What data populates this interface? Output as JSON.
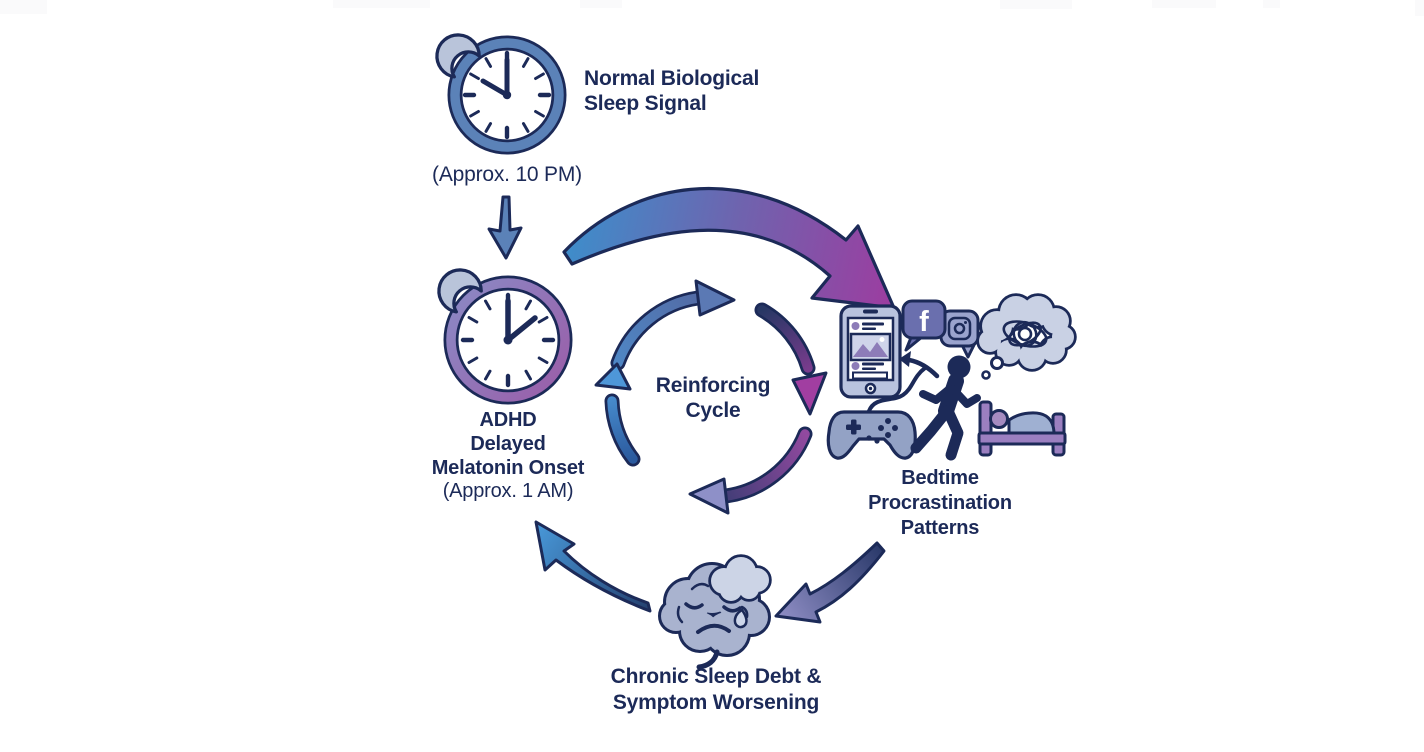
{
  "title": "ADHD Sleep Reinforcing Cycle Diagram",
  "labels": {
    "normal_signal_title": "Normal Biological\nSleep Signal",
    "normal_signal_time": "(Approx. 10 PM)",
    "delayed_onset_title": "ADHD\nDelayed\nMelatonin Onset",
    "delayed_onset_time": "(Approx. 1 AM)",
    "cycle_label": "Reinforcing\nCycle",
    "bedtime_label": "Bedtime\nProcrastination\nPatterns",
    "sleep_debt_label": "Chronic Sleep Debt &\nSymptom Worsening"
  },
  "icons": {
    "facebook_glyph": "f",
    "names": [
      "moon-clock-blue",
      "down-arrow",
      "moon-clock-purple",
      "curved-arrow-clock-to-bedtime",
      "reinforcing-cycle-arrows",
      "smartphone-social-feed",
      "facebook-bubble",
      "instagram-bubble",
      "tangled-thoughts-cloud",
      "walking-person",
      "arrow-person-to-phone",
      "game-controller",
      "bed",
      "arrow-patterns-to-brain",
      "sad-brain-with-cloud",
      "arrow-brain-to-clock"
    ]
  },
  "colors": {
    "background": "#ffffff",
    "text": "#1c2a58",
    "outline_navy": "#1c2a58",
    "clock_ring_blue": "#5b82b8",
    "clock_ring_purple": "#9583c1",
    "moon_fill": "#b9c4da",
    "big_arrow_start": "#3d8ecb",
    "big_arrow_end": "#9c3da0",
    "cycle_blue": "#54659e",
    "cycle_light_blue": "#4e97d8",
    "cycle_magenta": "#a13ea1",
    "cycle_periwinkle": "#8e90c8",
    "cloud_fill": "#c9d1e4",
    "brain_fill": "#a9b3cf",
    "bed_purple": "#9b7fc0",
    "blanket_blue": "#9fb0d2",
    "controller_fill": "#93a2c5",
    "phone_fill": "#b9c3de",
    "facebook_bubble": "#6a6fae",
    "instagram_bubble": "#9aa3cd",
    "avatar_purple": "#8d7cb8"
  }
}
